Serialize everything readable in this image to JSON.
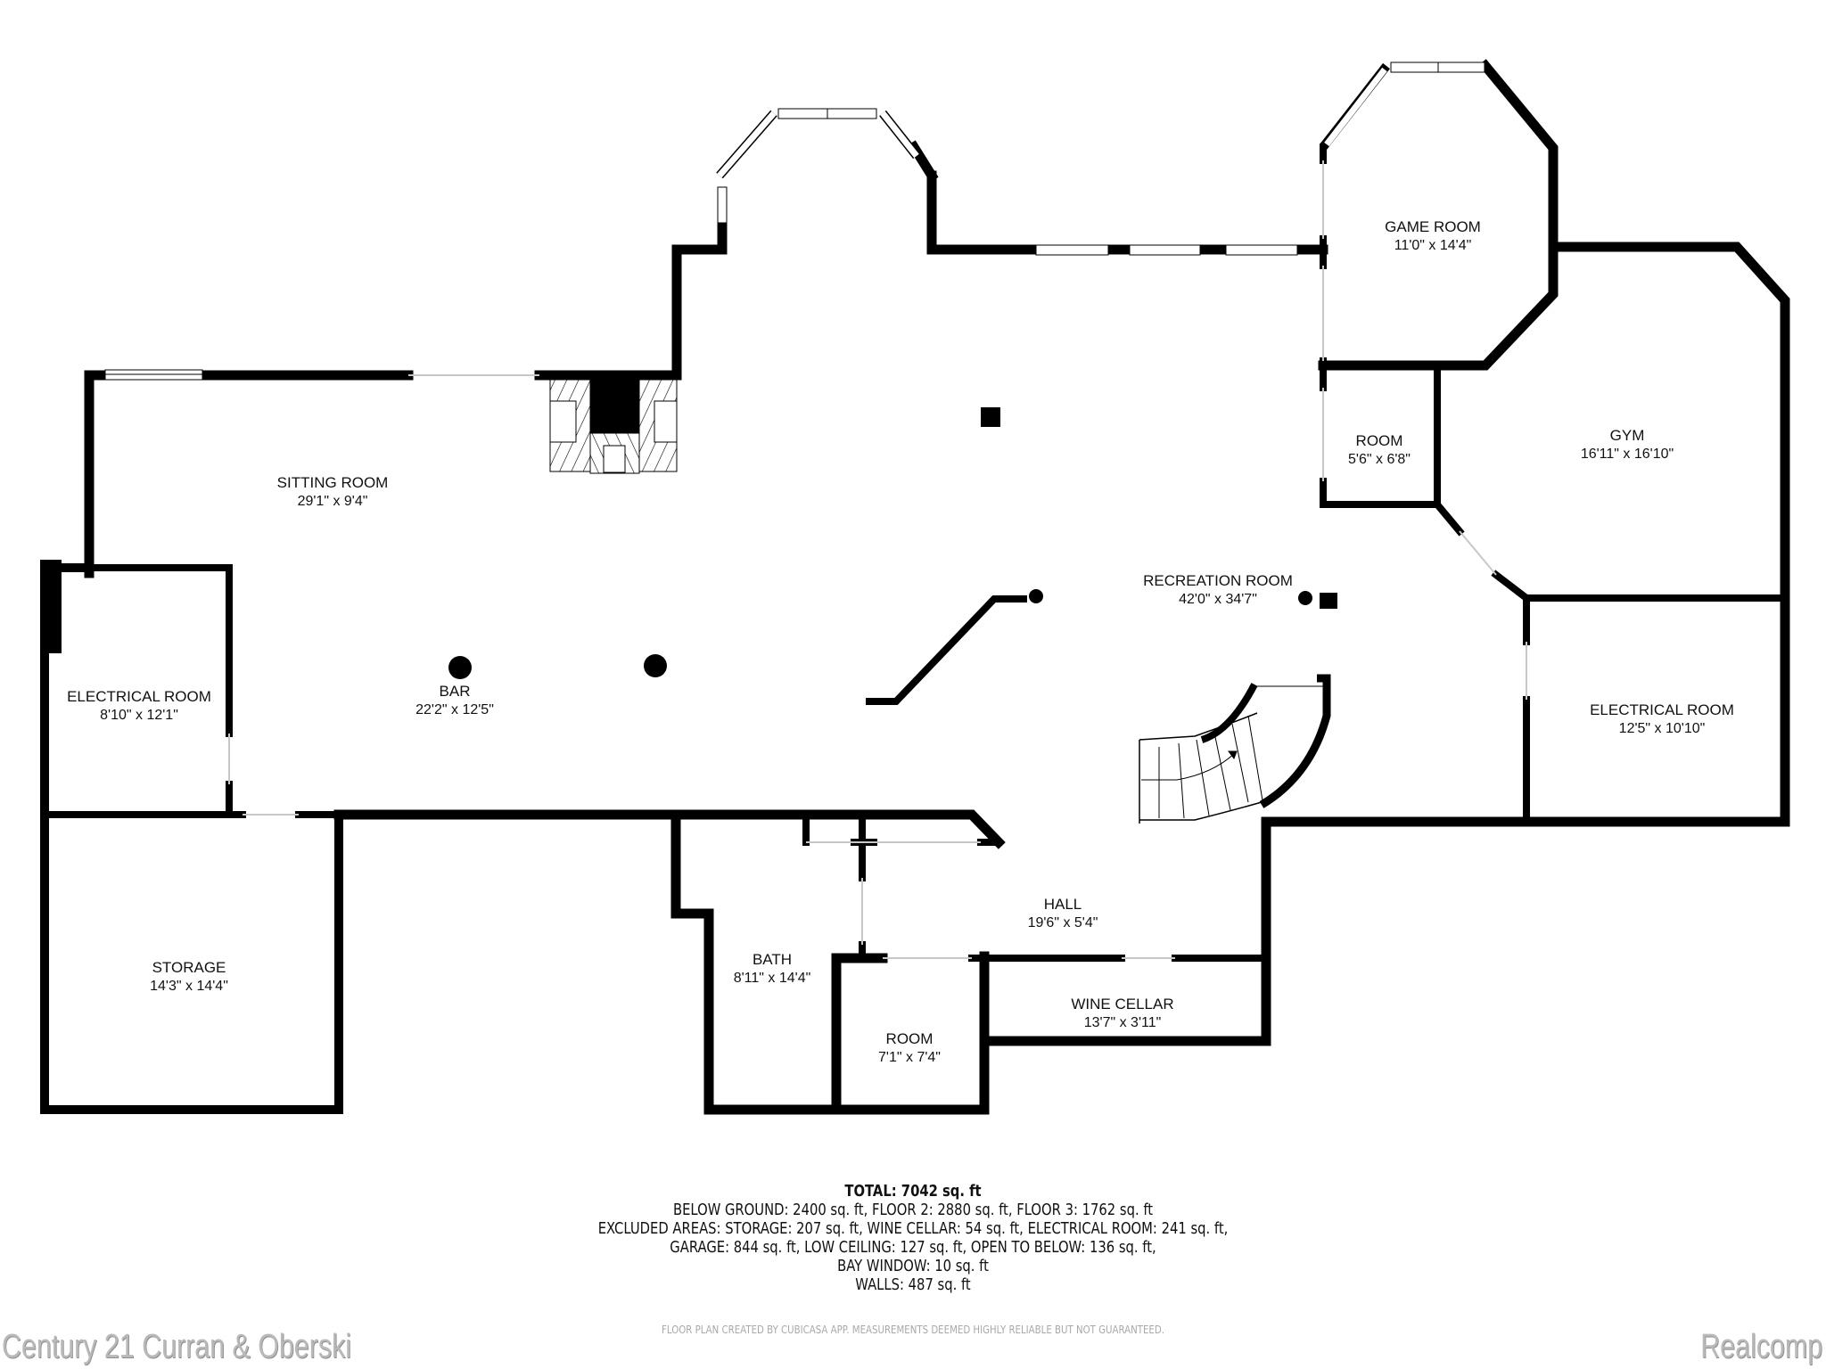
{
  "floor_plan": {
    "rooms": [
      {
        "id": "sitting-room",
        "name": "SITTING ROOM",
        "dims": "29'1\" x 9'4\""
      },
      {
        "id": "electrical-room-left",
        "name": "ELECTRICAL ROOM",
        "dims": "8'10\" x 12'1\""
      },
      {
        "id": "bar",
        "name": "BAR",
        "dims": "22'2\" x 12'5\""
      },
      {
        "id": "storage",
        "name": "STORAGE",
        "dims": "14'3\" x 14'4\""
      },
      {
        "id": "game-room",
        "name": "GAME ROOM",
        "dims": "11'0\" x 14'4\""
      },
      {
        "id": "room-small",
        "name": "ROOM",
        "dims": "5'6\" x 6'8\""
      },
      {
        "id": "gym",
        "name": "GYM",
        "dims": "16'11\" x 16'10\""
      },
      {
        "id": "recreation-room",
        "name": "RECREATION ROOM",
        "dims": "42'0\" x 34'7\""
      },
      {
        "id": "electrical-room-right",
        "name": "ELECTRICAL ROOM",
        "dims": "12'5\" x 10'10\""
      },
      {
        "id": "hall",
        "name": "HALL",
        "dims": "19'6\" x 5'4\""
      },
      {
        "id": "bath",
        "name": "BATH",
        "dims": "8'11\" x 14'4\""
      },
      {
        "id": "room-mid",
        "name": "ROOM",
        "dims": "7'1\" x 7'4\""
      },
      {
        "id": "wine-cellar",
        "name": "WINE CELLAR",
        "dims": "13'7\" x 3'11\""
      }
    ]
  },
  "summary": {
    "total": "TOTAL: 7042 sq. ft",
    "line1": "BELOW GROUND: 2400 sq. ft, FLOOR 2: 2880 sq. ft, FLOOR 3: 1762 sq. ft",
    "line2": "EXCLUDED AREAS: STORAGE: 207 sq. ft, WINE CELLAR: 54 sq. ft, ELECTRICAL ROOM: 241 sq. ft,",
    "line3": "GARAGE: 844 sq. ft, LOW CEILING: 127 sq. ft, OPEN TO BELOW: 136 sq. ft,",
    "line4": "BAY WINDOW: 10 sq. ft",
    "line5": "WALLS: 487 sq. ft"
  },
  "disclaimer": "FLOOR PLAN CREATED BY CUBICASA APP. MEASUREMENTS DEEMED HIGHLY RELIABLE BUT NOT GUARANTEED.",
  "watermarks": {
    "left": "Century 21 Curran & Oberski",
    "right": "Realcomp"
  },
  "colors": {
    "wall": "#000000",
    "background": "#ffffff",
    "watermark": "#b9b9b9",
    "disclaimer": "#a8a8a8"
  }
}
